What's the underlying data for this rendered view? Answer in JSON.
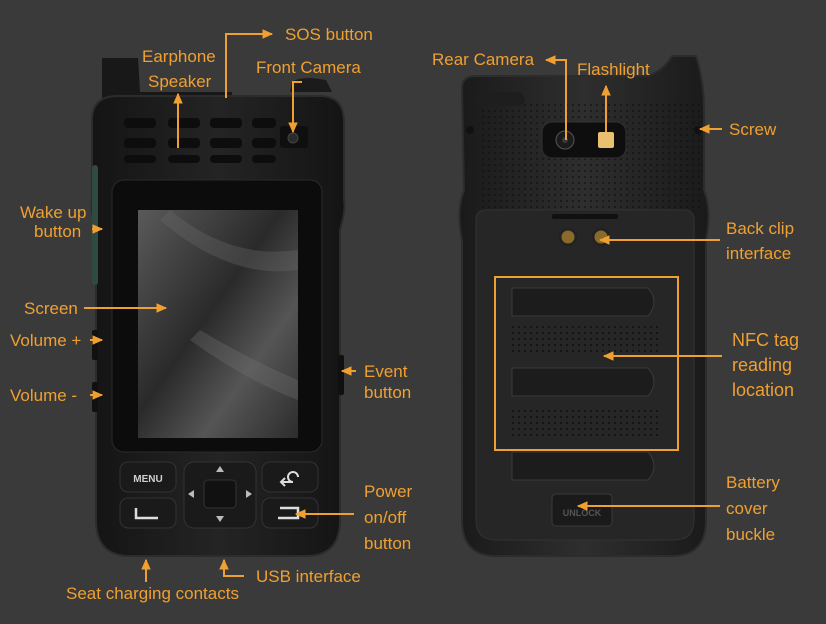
{
  "colors": {
    "background": "#3a3a3a",
    "accent": "#f0a030",
    "device_body": "#1c1c1c",
    "device_edge": "#2a2a2a"
  },
  "front": {
    "labels": {
      "sos": "SOS button",
      "earphone": "Earphone",
      "speaker": "Speaker",
      "front_camera": "Front Camera",
      "wake_line1": "Wake up",
      "wake_line2": "button",
      "screen": "Screen",
      "vol_up": "Volume +",
      "vol_down": "Volume -",
      "event_line1": "Event",
      "event_line2": "button",
      "power_line1": "Power",
      "power_line2": "on/off",
      "power_line3": "button",
      "usb": "USB interface",
      "seat": "Seat charging contacts"
    },
    "keys": {
      "menu": "MENU"
    }
  },
  "back": {
    "labels": {
      "rear_camera": "Rear Camera",
      "flashlight": "Flashlight",
      "screw": "Screw",
      "clip_line1": "Back clip",
      "clip_line2": "interface",
      "nfc_line1": "NFC tag",
      "nfc_line2": "reading",
      "nfc_line3": "location",
      "battery_line1": "Battery",
      "battery_line2": "cover",
      "battery_line3": "buckle"
    },
    "buckle_text": "UNLOCK"
  }
}
